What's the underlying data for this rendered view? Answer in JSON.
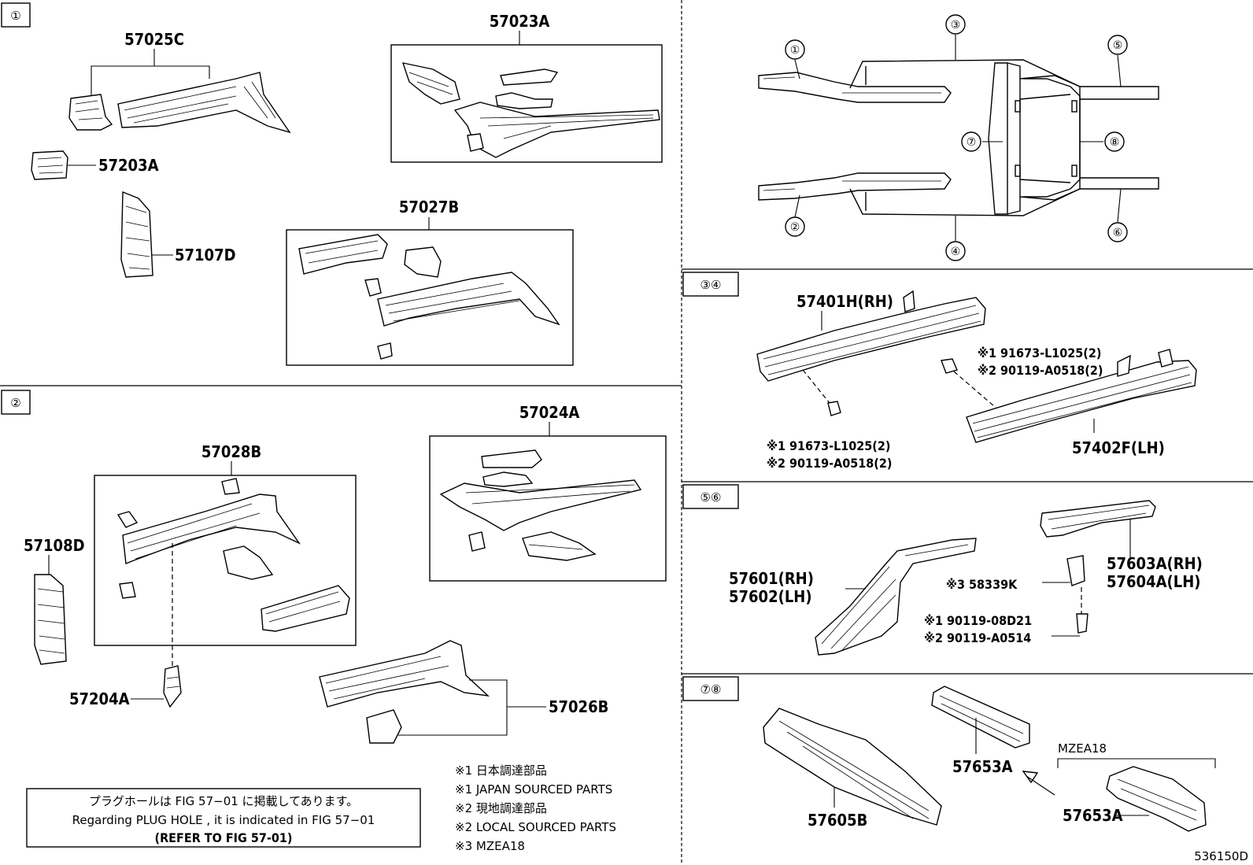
{
  "sections": {
    "s1": "①",
    "s2": "②",
    "s34": "③④",
    "s56": "⑤⑥",
    "s78": "⑦⑧"
  },
  "overview": {
    "c1": "①",
    "c2": "②",
    "c3": "③",
    "c4": "④",
    "c5": "⑤",
    "c6": "⑥",
    "c7": "⑦",
    "c8": "⑧"
  },
  "parts": {
    "p57025C": "57025C",
    "p57203A": "57203A",
    "p57107D": "57107D",
    "p57023A": "57023A",
    "p57027B": "57027B",
    "p57028B": "57028B",
    "p57108D": "57108D",
    "p57204A": "57204A",
    "p57024A": "57024A",
    "p57026B": "57026B",
    "p57401H": "57401H(RH)",
    "p57402F": "57402F(LH)",
    "p57601": "57601(RH)",
    "p57602": "57602(LH)",
    "p57603A": "57603A(RH)",
    "p57604A": "57604A(LH)",
    "p58339K": "※3 58339K",
    "p57605B": "57605B",
    "p57653A_top": "57653A",
    "p57653A_bot": "57653A",
    "mzea18": "MZEA18"
  },
  "bolts": {
    "b34_upper_1": "※1 91673-L1025(2)",
    "b34_upper_2": "※2 90119-A0518(2)",
    "b34_lower_1": "※1 91673-L1025(2)",
    "b34_lower_2": "※2 90119-A0518(2)",
    "b56_1": "※1 90119-08D21",
    "b56_2": "※2 90119-A0514"
  },
  "legend": [
    "※1 日本調達部品",
    "※1 JAPAN SOURCED PARTS",
    "※2 現地調達部品",
    "※2 LOCAL SOURCED PARTS",
    "※3 MZEA18"
  ],
  "notebox": {
    "line1": "プラグホールは FIG 57−01 に掲載してあります。",
    "line2": "Regarding  PLUG  HOLE , it is indicated in  FIG  57−01",
    "line3": "(REFER TO FIG 57-01)"
  },
  "figure_code": "536150D"
}
